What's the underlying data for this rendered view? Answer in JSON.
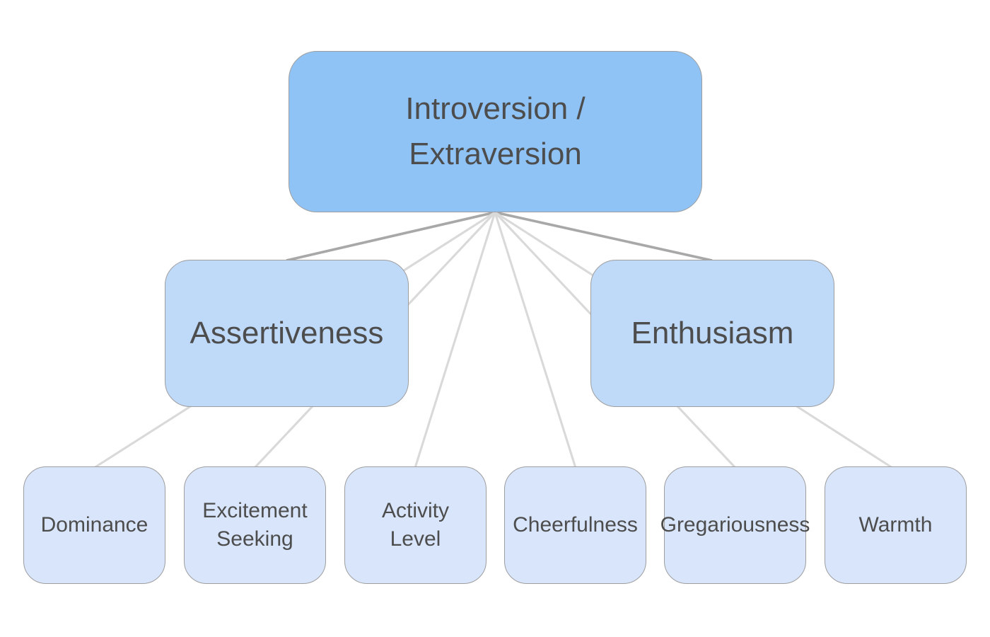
{
  "diagram": {
    "type": "hierarchy",
    "nodes": {
      "root": {
        "label": "Introversion /\nExtraversion",
        "level": "root"
      },
      "assertiveness": {
        "label": "Assertiveness",
        "level": "branch"
      },
      "enthusiasm": {
        "label": "Enthusiasm",
        "level": "branch"
      },
      "dominance": {
        "label": "Dominance",
        "level": "leaf"
      },
      "excitement_seeking": {
        "label": "Excitement\nSeeking",
        "level": "leaf"
      },
      "activity_level": {
        "label": "Activity\nLevel",
        "level": "leaf"
      },
      "cheerfulness": {
        "label": "Cheerfulness",
        "level": "leaf"
      },
      "gregariousness": {
        "label": "Gregariousness",
        "level": "leaf"
      },
      "warmth": {
        "label": "Warmth",
        "level": "leaf"
      }
    },
    "edges": [
      {
        "from": "root",
        "to": "assertiveness",
        "tier": "dark"
      },
      {
        "from": "root",
        "to": "enthusiasm",
        "tier": "dark"
      },
      {
        "from": "root",
        "to": "dominance",
        "tier": "light"
      },
      {
        "from": "root",
        "to": "excitement_seeking",
        "tier": "light"
      },
      {
        "from": "root",
        "to": "activity_level",
        "tier": "light"
      },
      {
        "from": "root",
        "to": "cheerfulness",
        "tier": "light"
      },
      {
        "from": "root",
        "to": "gregariousness",
        "tier": "light"
      },
      {
        "from": "root",
        "to": "warmth",
        "tier": "light"
      }
    ],
    "colors": {
      "background": "#ffffff",
      "root_fill": "#8fc3f6",
      "branch_fill": "#bfd9f8",
      "leaf_fill": "#d8e5fb",
      "node_border": "#9e9e9e",
      "text": "#4d4d4d",
      "edge_dark": "#a8a8a8",
      "edge_light": "#d9d9d9"
    }
  }
}
